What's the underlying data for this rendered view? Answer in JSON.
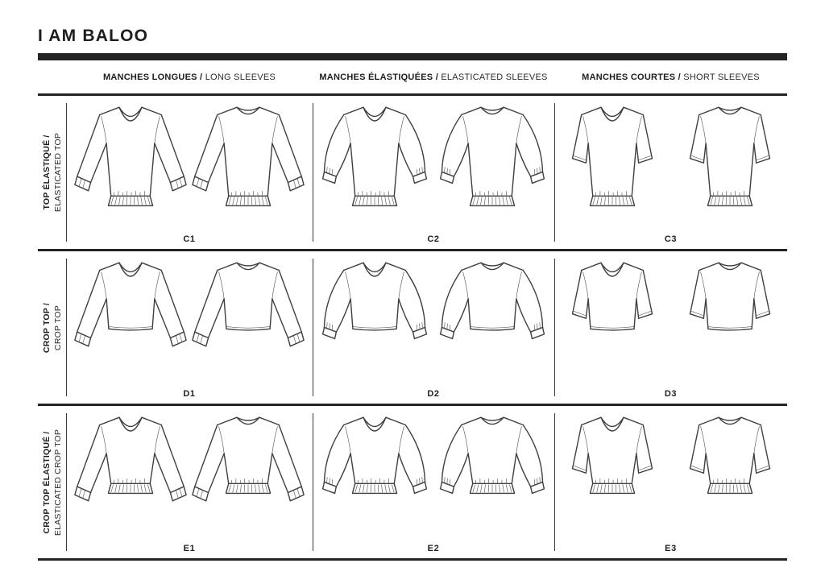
{
  "page": {
    "title": "I AM BALOO"
  },
  "columns": [
    {
      "fr": "MANCHES LONGUES /",
      "en": "LONG SLEEVES"
    },
    {
      "fr": "MANCHES ÉLASTIQUÉES /",
      "en": "ELASTICATED SLEEVES"
    },
    {
      "fr": "MANCHES COURTES /",
      "en": "SHORT SLEEVES"
    }
  ],
  "rows": [
    {
      "fr": "TOP ÉLASTIQUÉ /",
      "en": "ELASTICATED TOP",
      "cells": [
        {
          "code": "C1",
          "sleeve": "long",
          "hem": "elastic",
          "crop": false
        },
        {
          "code": "C2",
          "sleeve": "elastic",
          "hem": "elastic",
          "crop": false
        },
        {
          "code": "C3",
          "sleeve": "short",
          "hem": "elastic",
          "crop": false
        }
      ]
    },
    {
      "fr": "CROP TOP /",
      "en": "CROP TOP",
      "cells": [
        {
          "code": "D1",
          "sleeve": "long",
          "hem": "plain",
          "crop": true
        },
        {
          "code": "D2",
          "sleeve": "elastic",
          "hem": "plain",
          "crop": true
        },
        {
          "code": "D3",
          "sleeve": "short",
          "hem": "plain",
          "crop": true
        }
      ]
    },
    {
      "fr": "CROP TOP ÉLASTIQUÉ /",
      "en": "ELASTICATED CROP TOP",
      "cells": [
        {
          "code": "E1",
          "sleeve": "long",
          "hem": "elastic",
          "crop": true
        },
        {
          "code": "E2",
          "sleeve": "elastic",
          "hem": "elastic",
          "crop": true
        },
        {
          "code": "E3",
          "sleeve": "short",
          "hem": "elastic",
          "crop": true
        }
      ]
    }
  ],
  "colors": {
    "ink": "#1d1d1b",
    "line": "#3f3f3f",
    "bar": "#242424"
  }
}
